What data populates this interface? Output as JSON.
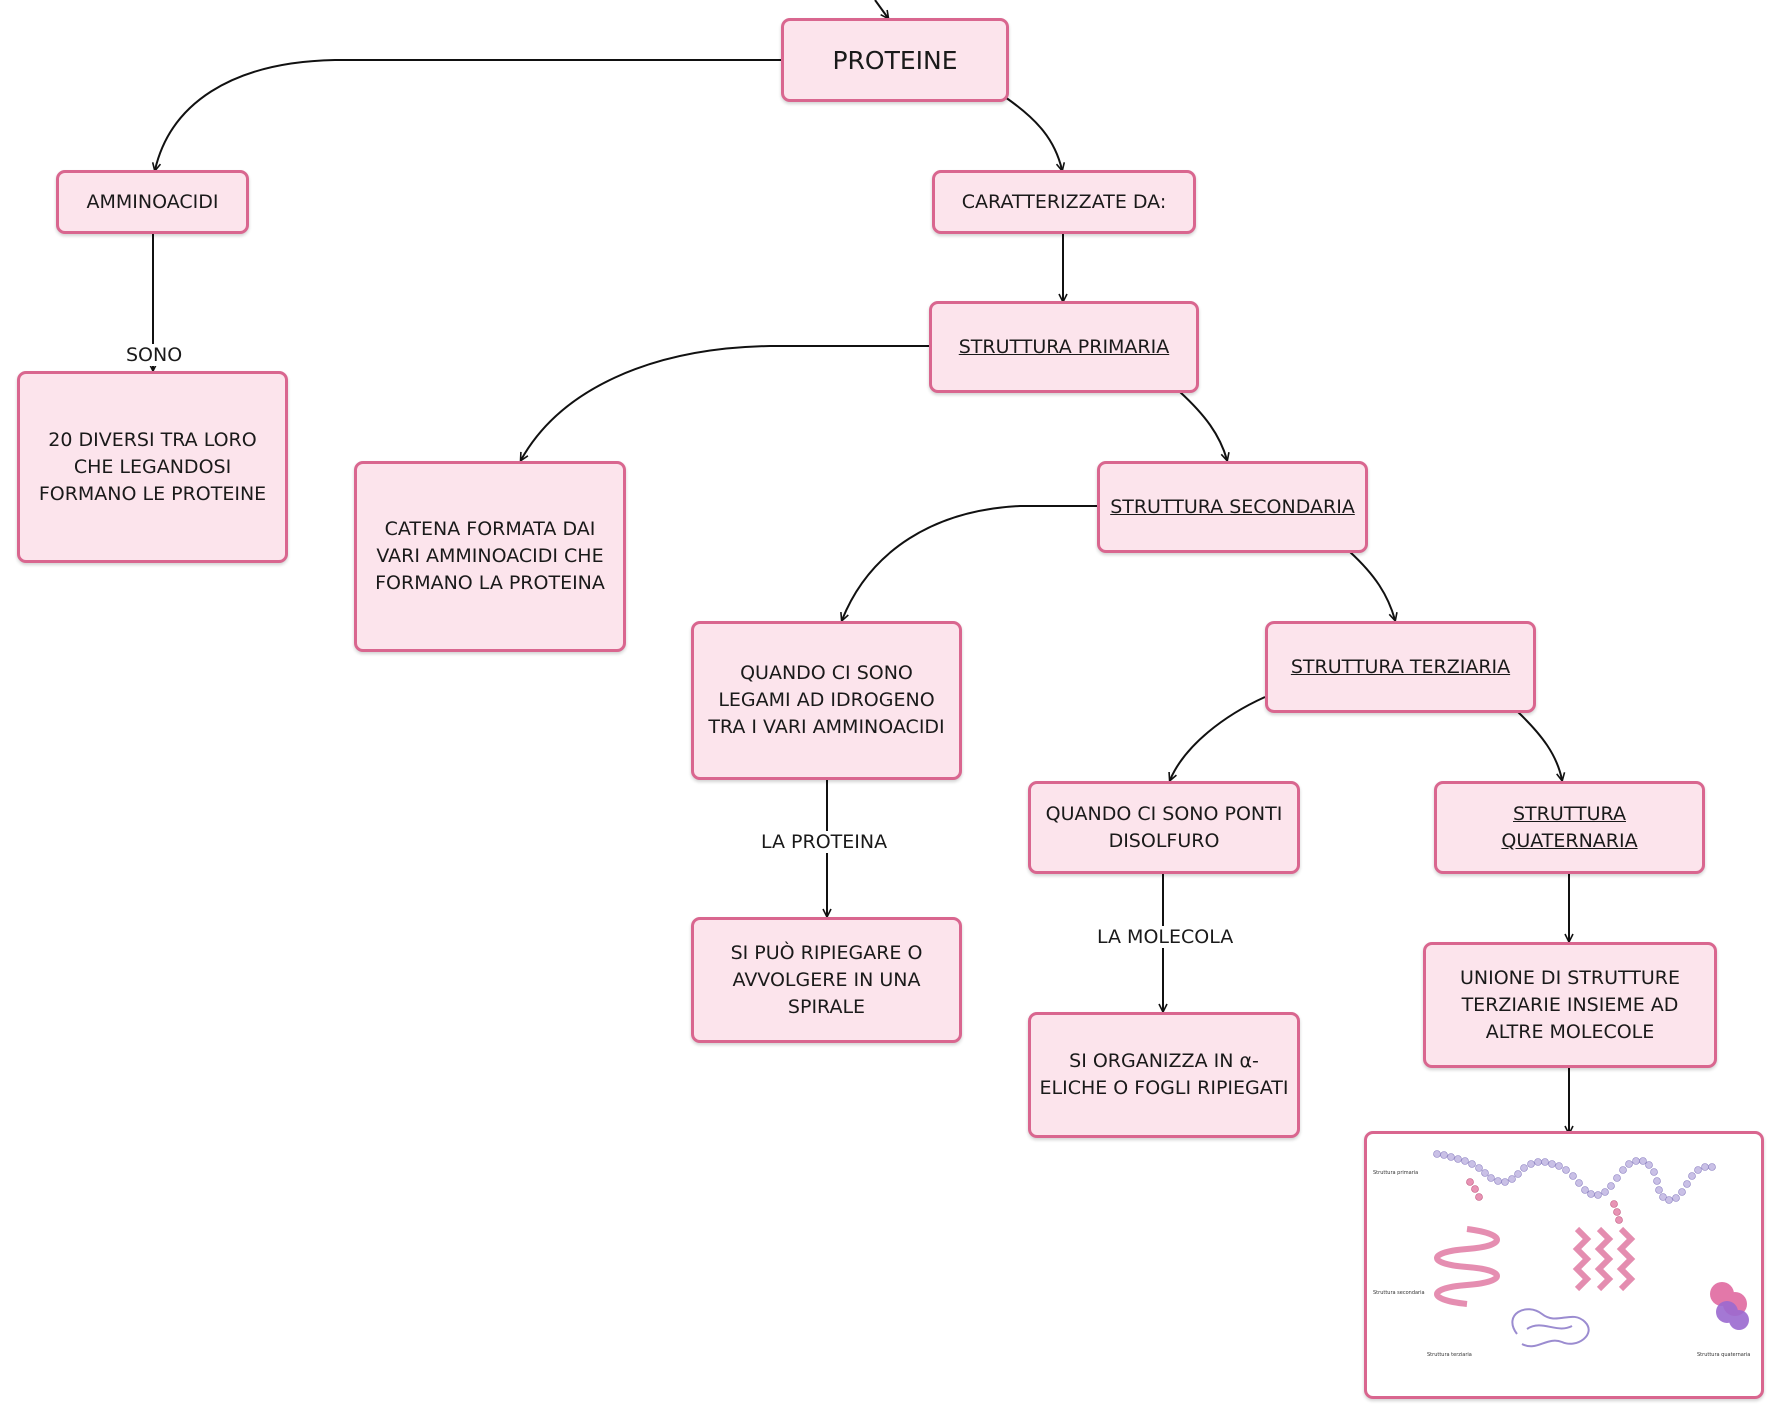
{
  "nodes": {
    "proteine": "PROTEINE",
    "amminoacidi": "AMMINOACIDI",
    "caratterizzate": "CARATTERIZZATE DA:",
    "venti_diversi": "20 DIVERSI TRA LORO CHE LEGANDOSI FORMANO LE PROTEINE",
    "struttura_primaria": "STRUTTURA PRIMARIA",
    "catena": "CATENA FORMATA DAI VARI AMMINOACIDI CHE FORMANO LA PROTEINA",
    "struttura_secondaria": "STRUTTURA SECONDARIA",
    "legami_idrogeno": "QUANDO CI SONO LEGAMI AD IDROGENO TRA I VARI AMMINOACIDI",
    "struttura_terziaria": "STRUTTURA TERZIARIA",
    "ripiegare": "SI PUÒ RIPIEGARE O AVVOLGERE IN UNA SPIRALE",
    "ponti_disolfuro": "QUANDO CI SONO PONTI DISOLFURO",
    "struttura_quaternaria": "STRUTTURA QUATERNARIA",
    "alfa_eliche": "SI ORGANIZZA IN α-ELICHE O FOGLI RIPIEGATI",
    "unione": "UNIONE DI STRUTTURE TERZIARIE INSIEME AD ALTRE MOLECOLE"
  },
  "edge_labels": {
    "sono": "SONO",
    "la_proteina": "LA PROTEINA",
    "la_molecola": "LA MOLECOLA"
  },
  "colors": {
    "node_fill": "#fce4ec",
    "node_border": "#d9668f",
    "edge": "#111111"
  }
}
